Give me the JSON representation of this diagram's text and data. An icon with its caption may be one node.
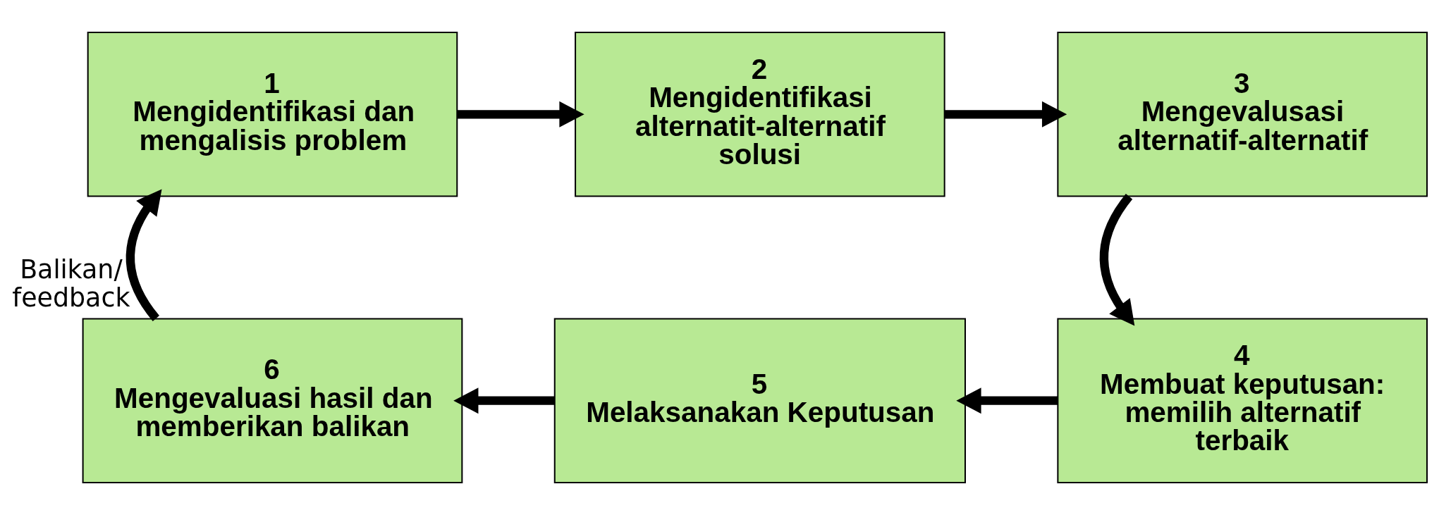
{
  "diagram": {
    "nodes": [
      {
        "text": [
          "1",
          "Mengidentifikasi dan mengalisis problem"
        ]
      },
      {
        "text": [
          "2",
          "Mengidentifikasi alternatit-alternatif solusi"
        ]
      },
      {
        "text": [
          "3",
          "Mengevalusasi alternatif-alternatif"
        ]
      },
      {
        "text": [
          "4",
          "Membuat keputusan: memilih alternatif terbaik"
        ]
      },
      {
        "text": [
          "5",
          "Melaksanakan Keputusan"
        ]
      },
      {
        "text": [
          "6",
          "Mengevaluasi hasil dan memberikan balikan"
        ]
      }
    ],
    "edges": [
      {
        "from": 0,
        "to": 1,
        "arrow": "to"
      },
      {
        "from": 1,
        "to": 2,
        "arrow": "to"
      },
      {
        "from": 2,
        "to": 3,
        "arrow": "to"
      },
      {
        "from": 3,
        "to": 4,
        "arrow": "to"
      },
      {
        "from": 4,
        "to": 5,
        "arrow": "to"
      },
      {
        "from": 5,
        "to": 0,
        "arrow": "to",
        "label": "Balikan/ feedback"
      }
    ]
  }
}
